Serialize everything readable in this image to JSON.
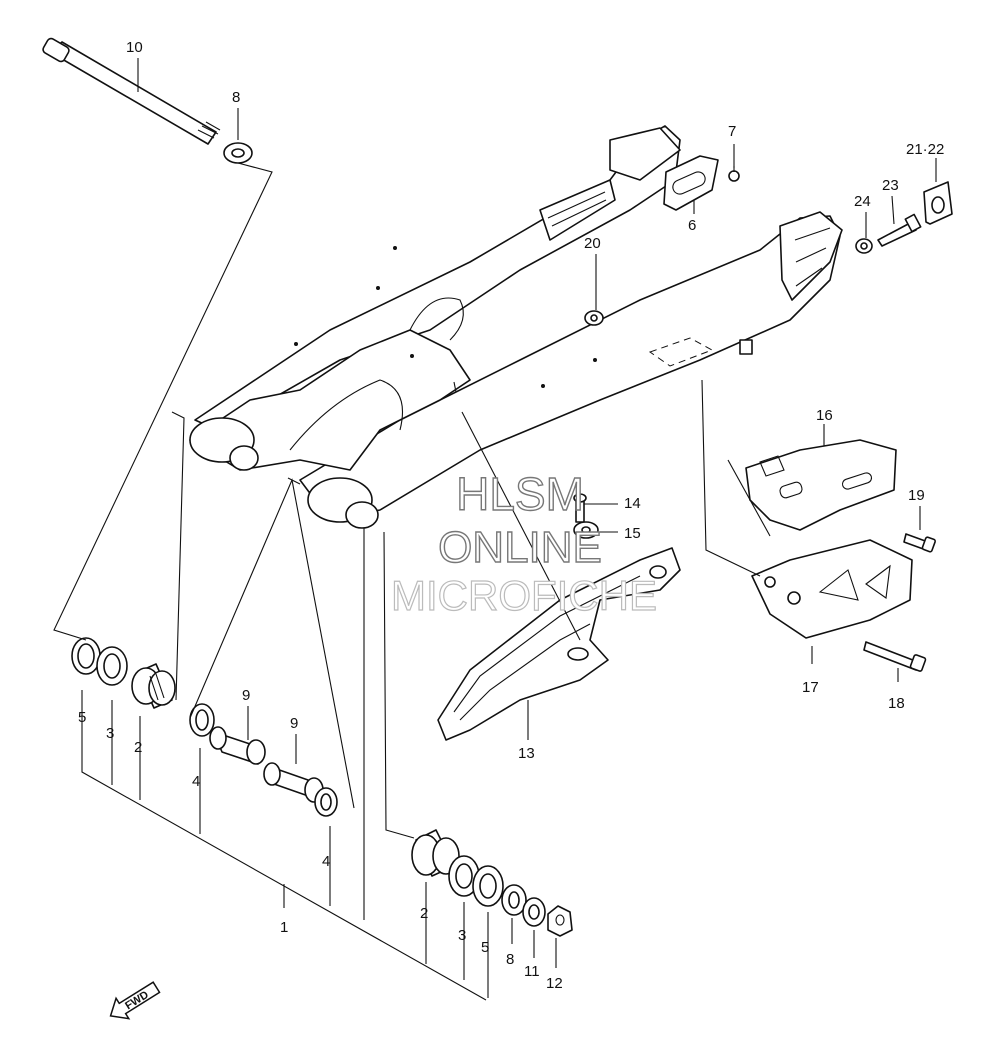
{
  "callouts": {
    "c1": "1",
    "c2a": "2",
    "c2b": "2",
    "c3a": "3",
    "c3b": "3",
    "c4a": "4",
    "c4b": "4",
    "c5a": "5",
    "c5b": "5",
    "c6": "6",
    "c7": "7",
    "c8a": "8",
    "c8b": "8",
    "c9a": "9",
    "c9b": "9",
    "c10": "10",
    "c11": "11",
    "c12": "12",
    "c13": "13",
    "c14": "14",
    "c15": "15",
    "c16": "16",
    "c17": "17",
    "c18": "18",
    "c19": "19",
    "c20": "20",
    "c21_22": "21·22",
    "c23": "23",
    "c24": "24"
  },
  "watermark": {
    "line1": "HLSM",
    "line2": "ONLINE",
    "line3": "MICROFICHE"
  },
  "fwd_badge": "FWD"
}
